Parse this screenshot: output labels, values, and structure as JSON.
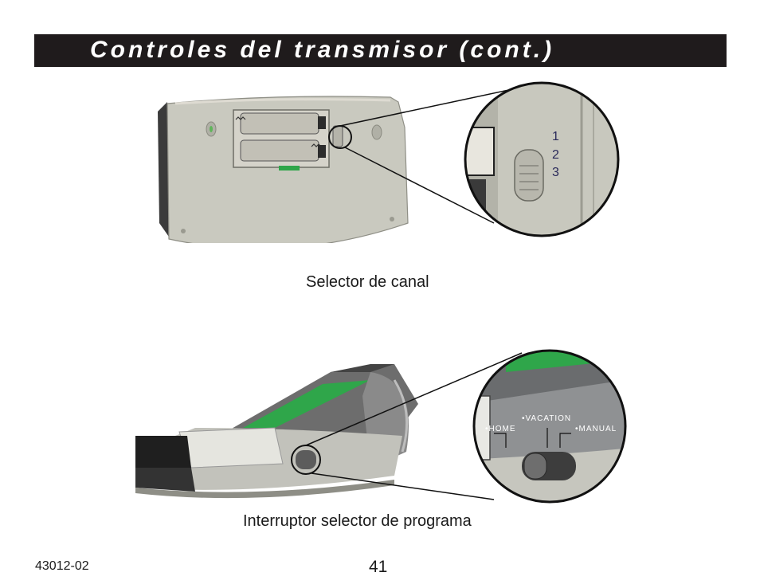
{
  "header": {
    "title": "Controles del transmisor (cont.)",
    "bar_color": "#1f1b1c"
  },
  "figure_1": {
    "caption": "Selector de canal",
    "channel_labels": [
      "1",
      "2",
      "3"
    ],
    "icons": [
      "battery-icon",
      "magnifier-callout-icon",
      "channel-slider-icon"
    ]
  },
  "figure_2": {
    "caption": "Interruptor selector de programa",
    "switch_labels": {
      "home": "•HOME",
      "vacation": "•VACATION",
      "manual": "•MANUAL"
    },
    "icons": [
      "program-switch-icon",
      "magnifier-callout-icon"
    ]
  },
  "footer": {
    "doc_code": "43012-02",
    "page_number": "41"
  },
  "colors": {
    "device_gray": "#c9c9bf",
    "device_dark": "#3a3a3a",
    "accent_green": "#2fa64a"
  }
}
